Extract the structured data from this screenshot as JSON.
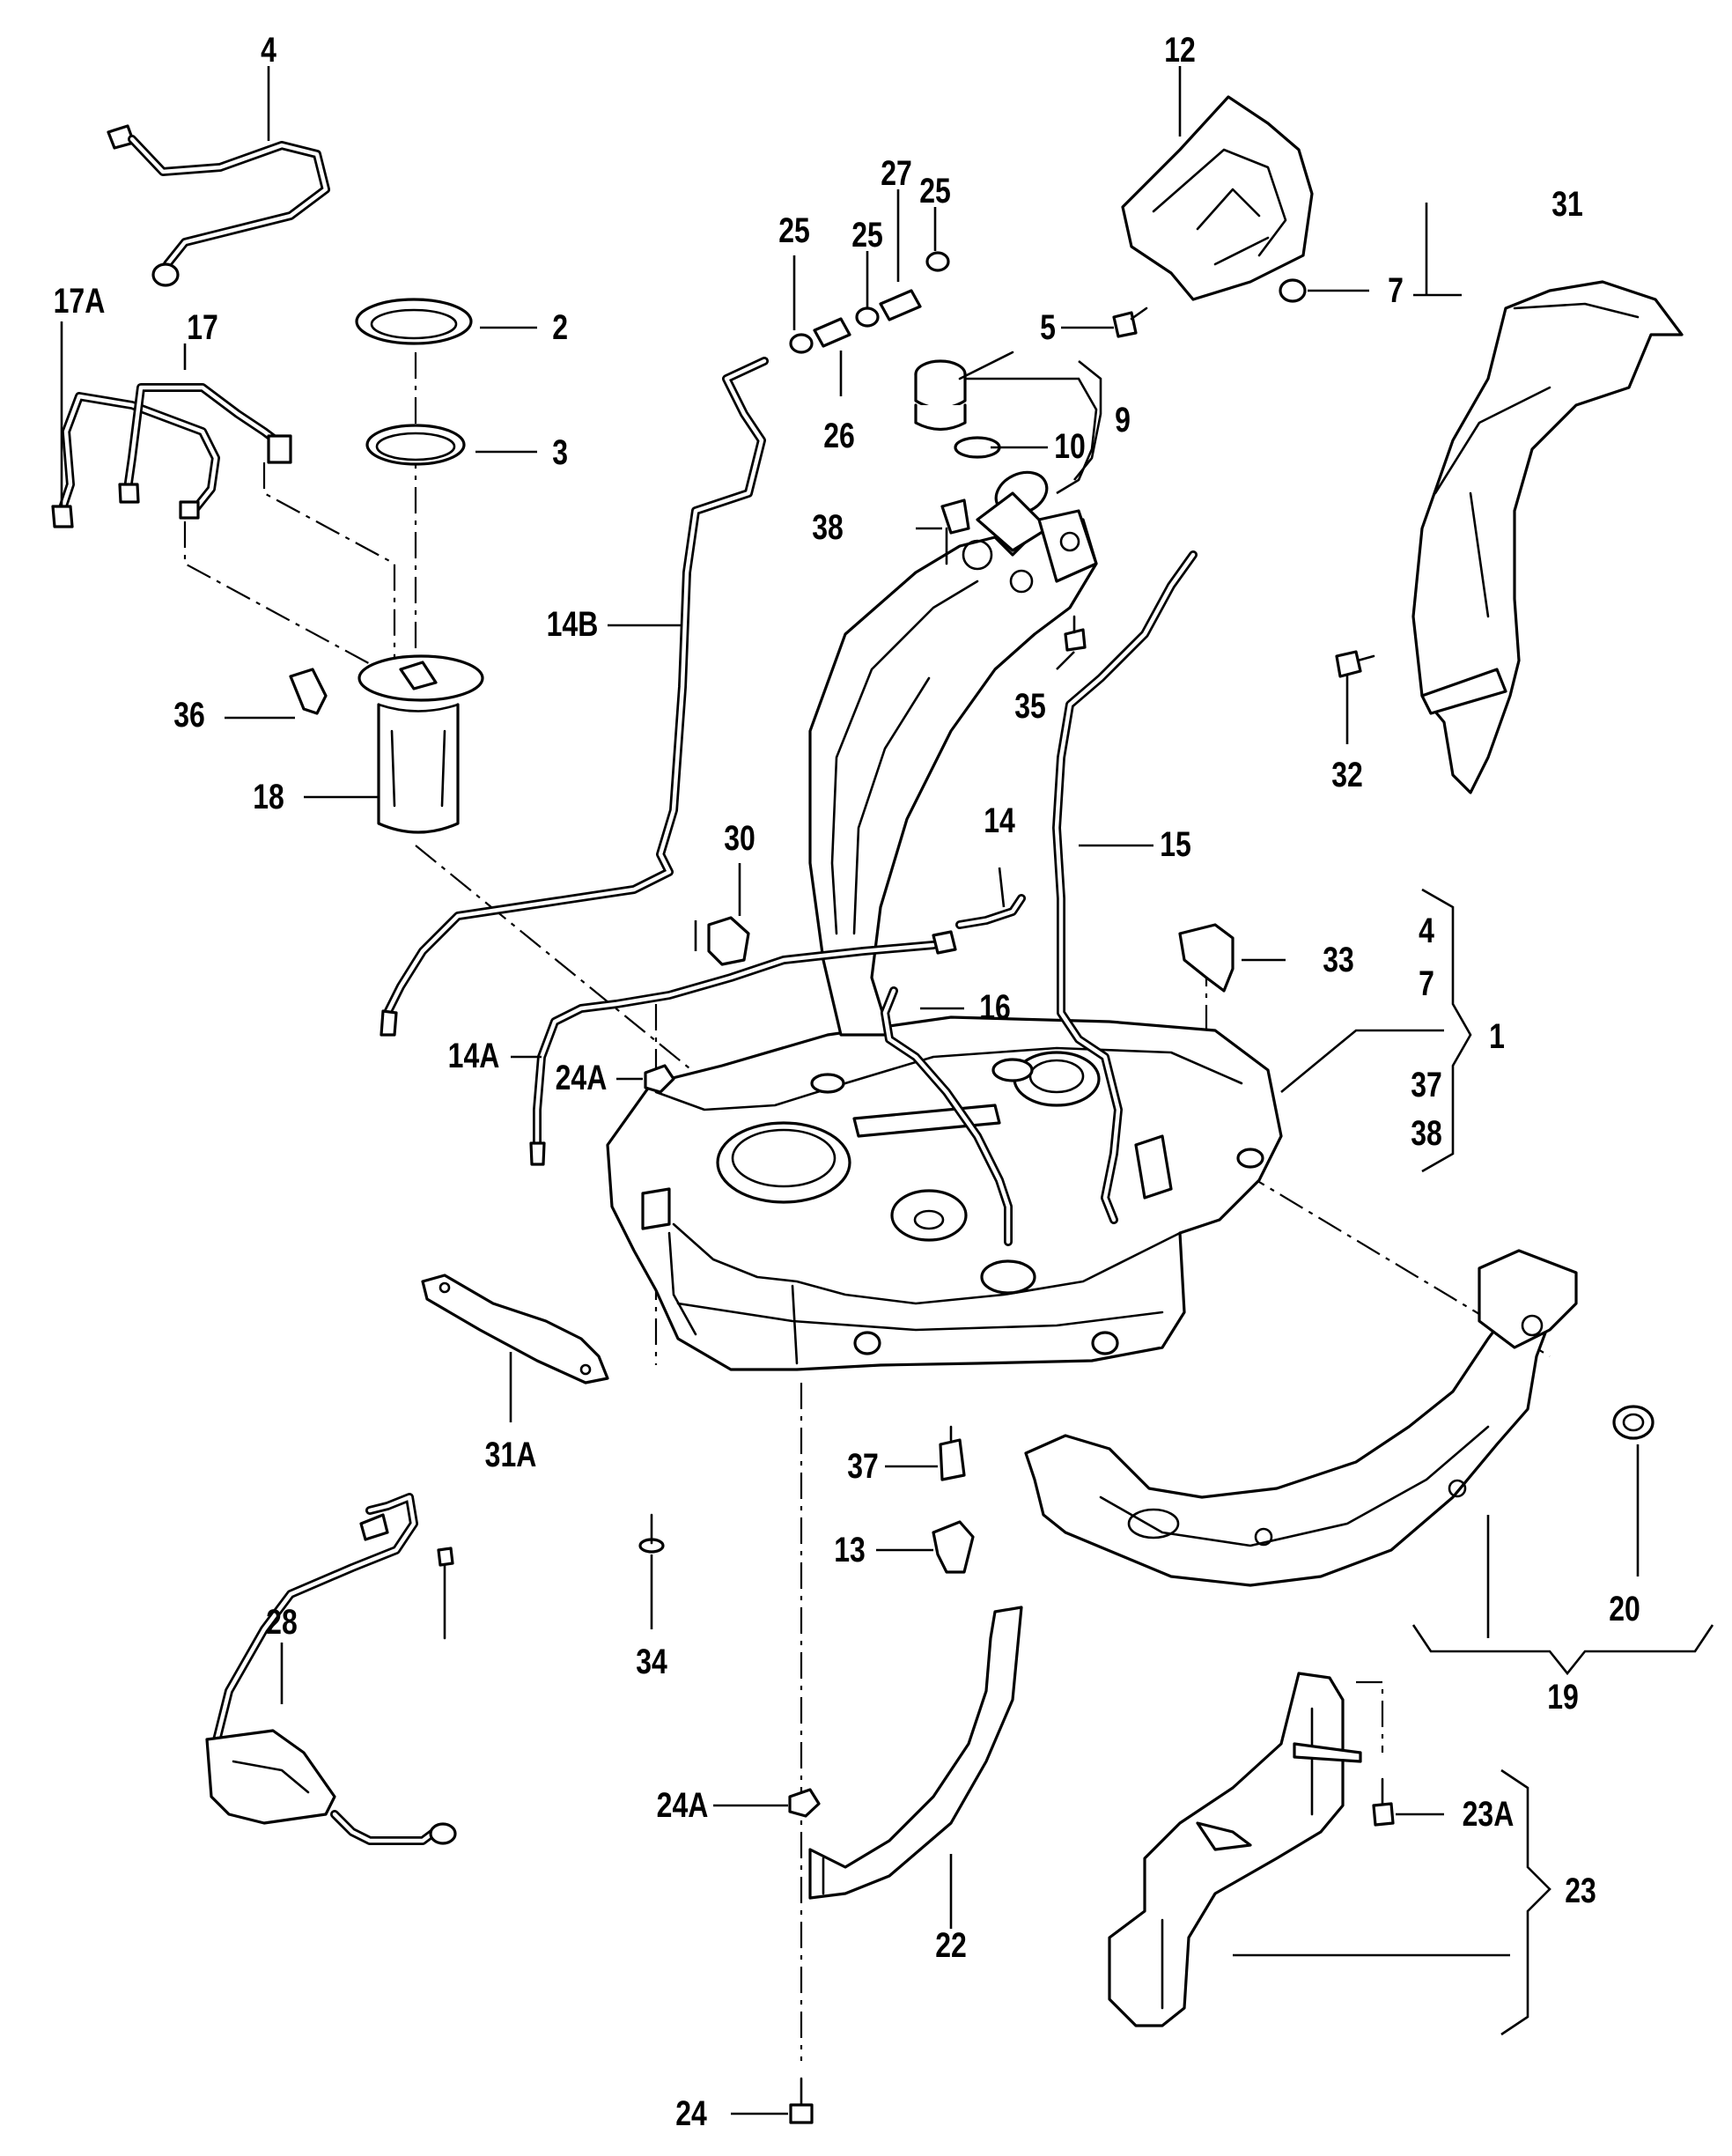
{
  "diagram": {
    "callouts": {
      "c1": "1",
      "c2": "2",
      "c3": "3",
      "c4": "4",
      "c4b": "4",
      "c5": "5",
      "c7": "7",
      "c7b": "7",
      "c9": "9",
      "c10": "10",
      "c12": "12",
      "c13": "13",
      "c14": "14",
      "c14a": "14A",
      "c14b": "14B",
      "c15": "15",
      "c16": "16",
      "c17": "17",
      "c17a": "17A",
      "c18": "18",
      "c19": "19",
      "c20": "20",
      "c22": "22",
      "c23": "23",
      "c23a": "23A",
      "c24": "24",
      "c24a_top": "24A",
      "c24a_bot": "24A",
      "c25a": "25",
      "c25b": "25",
      "c25c": "25",
      "c26": "26",
      "c27": "27",
      "c28": "28",
      "c30": "30",
      "c31": "31",
      "c31a": "31A",
      "c32": "32",
      "c33": "33",
      "c34": "34",
      "c35": "35",
      "c36": "36",
      "c37": "37",
      "c37b": "37",
      "c38": "38",
      "c38b": "38"
    }
  }
}
